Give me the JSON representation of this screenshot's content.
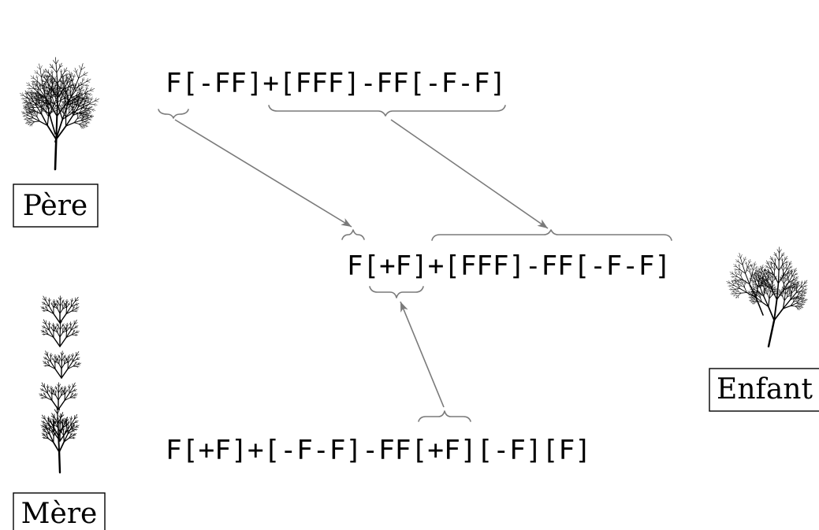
{
  "labels": {
    "father": "Père",
    "mother": "Mère",
    "child": "Enfant"
  },
  "strings": {
    "father": "F[-FF]+[FFF]-FF[-F-F]",
    "child": "F[+F]+[FFF]-FF[-F-F]",
    "mother": "F[+F]+[-F-F]-FF[+F][-F][F]"
  },
  "colors": {
    "arrows": "#7a7a7a",
    "plants": "#000000"
  }
}
